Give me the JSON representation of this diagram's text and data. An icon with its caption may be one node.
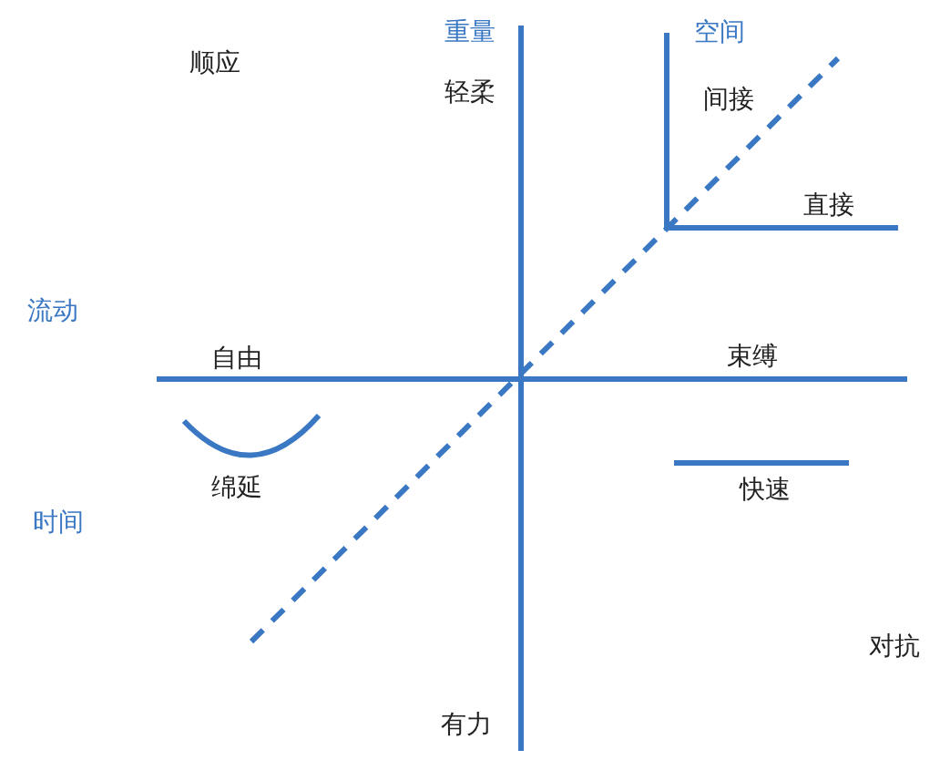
{
  "diagram": {
    "labels": [
      "重量",
      "空间",
      "顺应",
      "轻柔",
      "间接",
      "直接",
      "流动",
      "自由",
      "束缚",
      "绵延",
      "快速",
      "时间",
      "对抗",
      "有力"
    ]
  }
}
